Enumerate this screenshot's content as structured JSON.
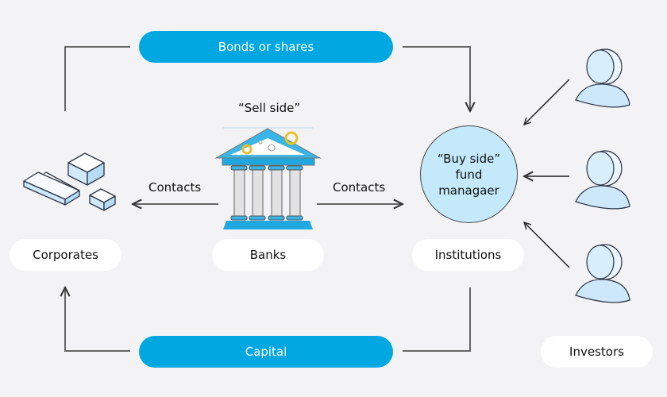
{
  "flows": {
    "top_label": "Bonds or shares",
    "bottom_label": "Capital",
    "left_contacts": "Contacts",
    "right_contacts": "Contacts"
  },
  "nodes": {
    "corporates": "Corporates",
    "banks": "Banks",
    "institutions": "Institutions",
    "investors": "Investors",
    "sell_side": "“Sell side”",
    "buy_side_lines": [
      "“Buy side”",
      "fund",
      "managaer"
    ]
  },
  "colors": {
    "accent": "#00a7e0",
    "circle_fill": "#c3e9fb",
    "background": "#f3f3f5"
  }
}
